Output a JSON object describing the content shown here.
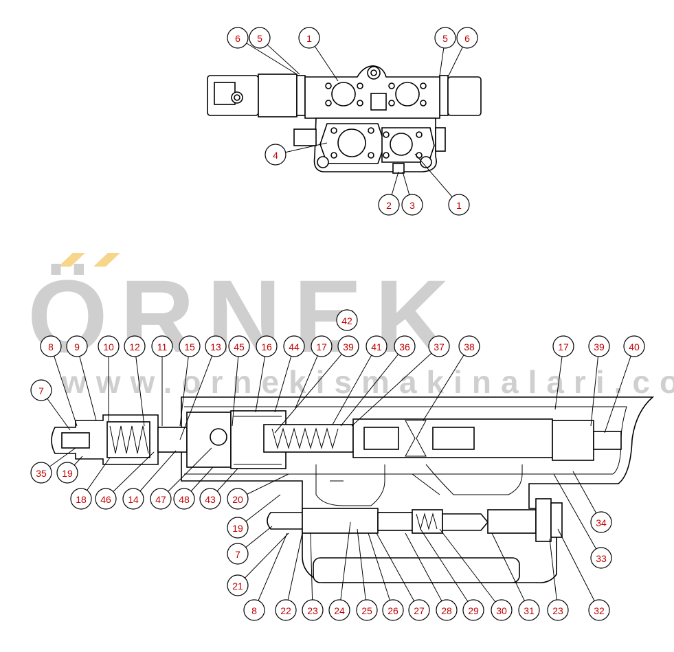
{
  "watermark": {
    "brand": "ÖRNEK",
    "website": "www.ornekismakinalari.com.tr",
    "accent_color": "#f5d68a",
    "text_color": "#cfcfcf"
  },
  "callout_color": "#c00000",
  "top_view_callouts": [
    "6",
    "5",
    "1",
    "5",
    "6",
    "4",
    "2",
    "3",
    "1"
  ],
  "section_view_callouts": [
    "42",
    "8",
    "9",
    "10",
    "12",
    "11",
    "15",
    "13",
    "45",
    "16",
    "44",
    "17",
    "39",
    "41",
    "36",
    "37",
    "38",
    "17",
    "39",
    "40",
    "7",
    "35",
    "19",
    "18",
    "46",
    "14",
    "47",
    "48",
    "43",
    "20",
    "34",
    "33",
    "19",
    "7",
    "21",
    "8",
    "22",
    "23",
    "24",
    "25",
    "26",
    "27",
    "28",
    "29",
    "30",
    "31",
    "23",
    "32"
  ]
}
